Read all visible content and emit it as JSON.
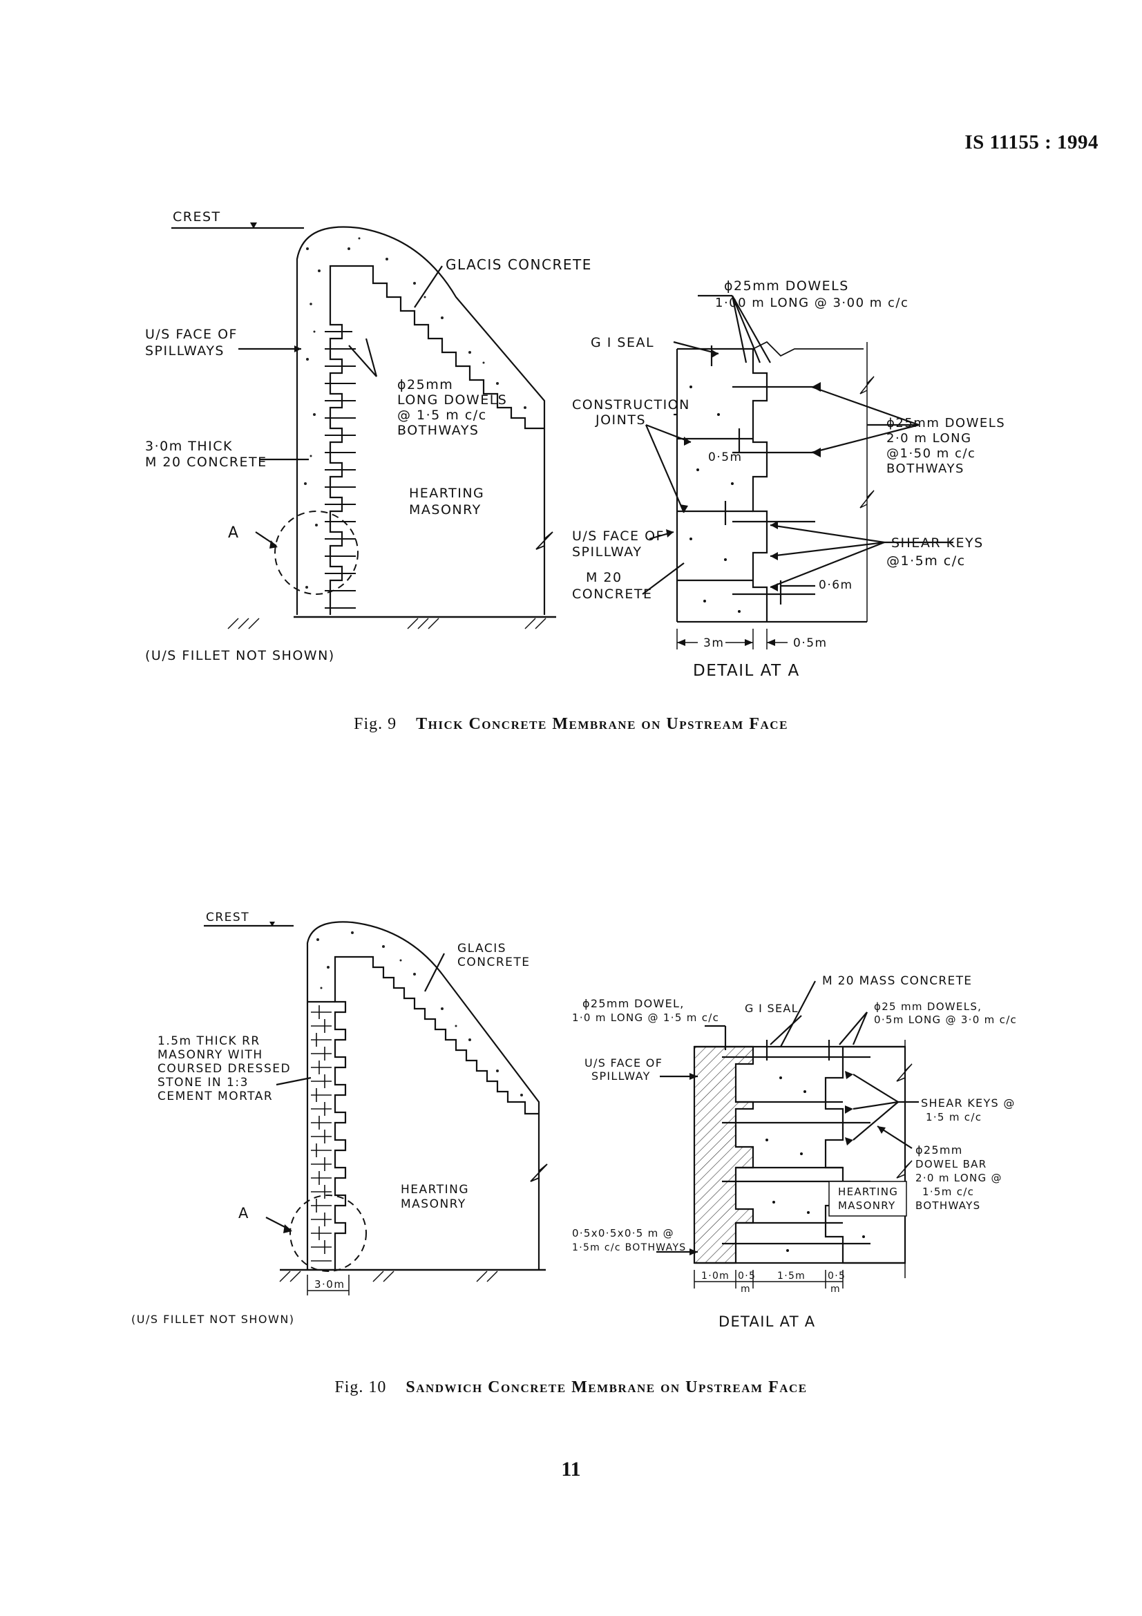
{
  "header": {
    "standard": "IS 11155 : 1994"
  },
  "fig9": {
    "crest": "CREST",
    "glacis": "GLACIS CONCRETE",
    "us_face_1": "U/S FACE OF",
    "us_face_2": "SPILLWAYS",
    "thick_1": "3·0m THICK",
    "thick_2": "M 20 CONCRETE",
    "dowel_1": "ɸ25mm",
    "dowel_2": "LONG DOWELS",
    "dowel_3": "@ 1·5 m c/c",
    "dowel_4": "BOTHWAYS",
    "hearting_1": "HEARTING",
    "hearting_2": "MASONRY",
    "marker_a": "A",
    "fillet": "(U/S FILLET NOT SHOWN)",
    "detail": {
      "top_dowel_1": "ɸ25mm DOWELS",
      "top_dowel_2": "1·00 m LONG @ 3·00 m c/c",
      "gi_seal": "G I SEAL",
      "cj_1": "CONSTRUCTION",
      "cj_2": "JOINTS",
      "half_m": "0·5m",
      "us_face_1": "U/S FACE OF",
      "us_face_2": "SPILLWAY",
      "m20_1": "M 20",
      "m20_2": "CONCRETE",
      "right_dowel_1": "ɸ25mm DOWELS",
      "right_dowel_2": "2·0 m LONG",
      "right_dowel_3": "@1·50 m c/c",
      "right_dowel_4": "BOTHWAYS",
      "shear_1": "SHEAR KEYS",
      "shear_2": "@1·5m c/c",
      "dim_06": "0·6m",
      "dim_3m": "3m",
      "dim_05": "0·5m",
      "title": "DETAIL AT A"
    },
    "caption_label": "Fig. 9",
    "caption_text": "Thick Concrete Membrane on Upstream Face"
  },
  "fig10": {
    "crest": "CREST",
    "glacis_1": "GLACIS",
    "glacis_2": "CONCRETE",
    "rr_1": "1.5m THICK RR",
    "rr_2": "MASONRY WITH",
    "rr_3": "COURSED DRESSED",
    "rr_4": "STONE IN 1:3",
    "rr_5": "CEMENT MORTAR",
    "hearting_1": "HEARTING",
    "hearting_2": "MASONRY",
    "marker_a": "A",
    "dim_3m": "3·0m",
    "fillet": "(U/S FILLET NOT SHOWN)",
    "detail": {
      "mass": "M 20 MASS CONCRETE",
      "dowel_l_1": "ɸ25mm DOWEL,",
      "dowel_l_2": "1·0 m LONG @ 1·5 m c/c",
      "gi_seal": "G I SEAL",
      "dowel_r_1": "ɸ25 mm DOWELS,",
      "dowel_r_2": "0·5m LONG @ 3·0 m c/c",
      "us_face_1": "U/S FACE OF",
      "us_face_2": "SPILLWAY",
      "shear_1": "SHEAR KEYS @",
      "shear_2": "1·5 m c/c",
      "bar_1": "ɸ25mm",
      "bar_2": "DOWEL BAR",
      "bar_3": "2·0 m LONG @",
      "bar_4": "1·5m c/c",
      "bar_5": "BOTHWAYS",
      "hearting_1": "HEARTING",
      "hearting_2": "MASONRY",
      "block_1": "0·5x0·5x0·5 m @",
      "block_2": "1·5m c/c BOTHWAYS",
      "dim_1": "1·0m",
      "dim_2": "0·5",
      "dim_3": "1·5m",
      "dim_4": "0·5",
      "dim_m1": "m",
      "dim_m2": "m",
      "title": "DETAIL AT A"
    },
    "caption_label": "Fig. 10",
    "caption_text": "Sandwich Concrete Membrane on Upstream Face"
  },
  "page_number": "11"
}
